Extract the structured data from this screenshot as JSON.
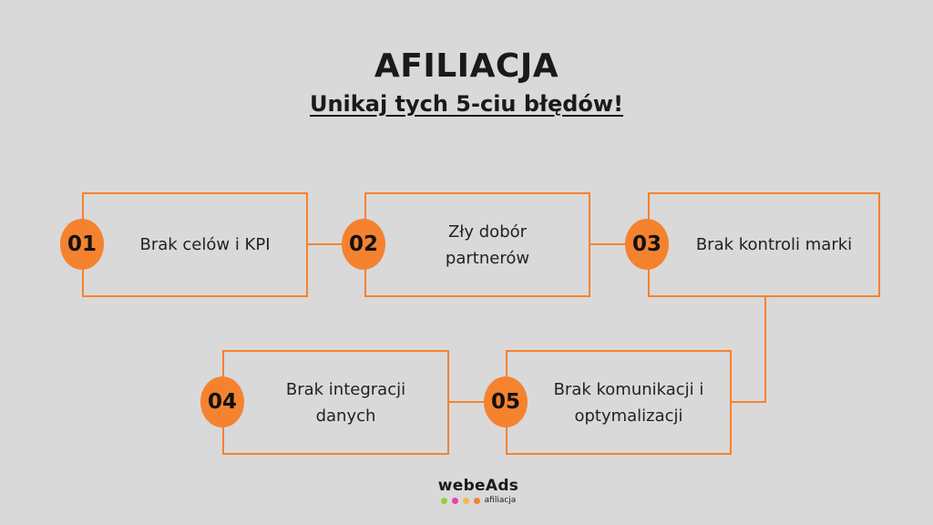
{
  "title": "AFILIACJA",
  "subtitle": "Unikaj tych 5-ciu błędów!",
  "steps": [
    {
      "num": "01",
      "text": "Brak celów i KPI"
    },
    {
      "num": "02",
      "text": "Zły dobór partnerów"
    },
    {
      "num": "03",
      "text": "Brak kontroli marki"
    },
    {
      "num": "04",
      "text": "Brak integracji danych"
    },
    {
      "num": "05",
      "text": "Brak komunikacji i optymalizacji"
    }
  ],
  "logo": {
    "name": "webeAds",
    "tagline": "afiliacja",
    "dot_colors": [
      "#8dd13c",
      "#e83fa8",
      "#f7b84a",
      "#f5822e"
    ]
  },
  "colors": {
    "accent": "#f5822e",
    "background": "#d9d9d9"
  }
}
